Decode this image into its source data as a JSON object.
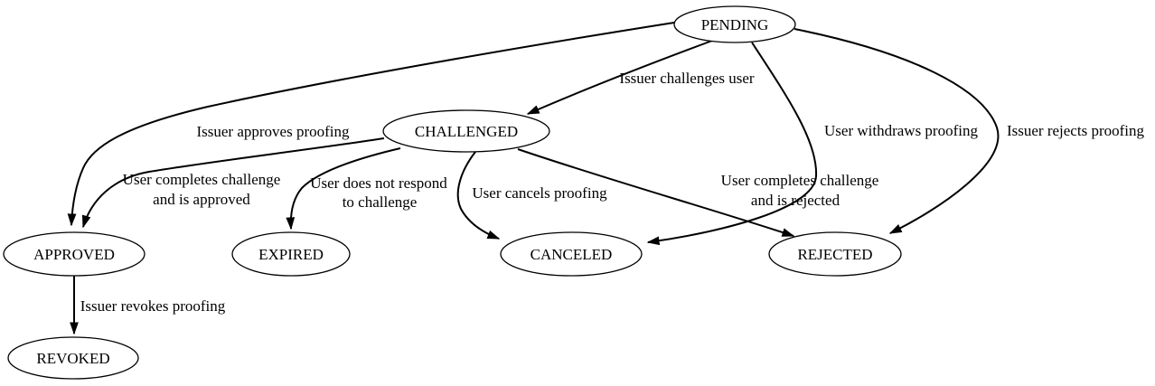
{
  "diagram": {
    "type": "state-machine-graph",
    "background_color": "#ffffff",
    "stroke_color": "#000000",
    "text_color": "#000000",
    "node_fill_color": "#ffffff",
    "nodes": [
      {
        "id": "pending",
        "label": "PENDING"
      },
      {
        "id": "challenged",
        "label": "CHALLENGED"
      },
      {
        "id": "approved",
        "label": "APPROVED"
      },
      {
        "id": "expired",
        "label": "EXPIRED"
      },
      {
        "id": "canceled",
        "label": "CANCELED"
      },
      {
        "id": "rejected",
        "label": "REJECTED"
      },
      {
        "id": "revoked",
        "label": "REVOKED"
      }
    ],
    "edges": [
      {
        "from": "PENDING",
        "to": "CHALLENGED",
        "lines": [
          "Issuer challenges user"
        ]
      },
      {
        "from": "PENDING",
        "to": "APPROVED",
        "lines": [
          "Issuer approves proofing"
        ]
      },
      {
        "from": "PENDING",
        "to": "CANCELED",
        "lines": [
          "User withdraws proofing"
        ]
      },
      {
        "from": "PENDING",
        "to": "REJECTED",
        "lines": [
          "Issuer rejects proofing"
        ]
      },
      {
        "from": "CHALLENGED",
        "to": "APPROVED",
        "lines": [
          "User completes challenge",
          "and is approved"
        ]
      },
      {
        "from": "CHALLENGED",
        "to": "EXPIRED",
        "lines": [
          "User does not respond",
          "to challenge"
        ]
      },
      {
        "from": "CHALLENGED",
        "to": "CANCELED",
        "lines": [
          "User cancels proofing"
        ]
      },
      {
        "from": "CHALLENGED",
        "to": "REJECTED",
        "lines": [
          "User completes challenge",
          "and is rejected"
        ]
      },
      {
        "from": "APPROVED",
        "to": "REVOKED",
        "lines": [
          "Issuer revokes proofing"
        ]
      }
    ]
  }
}
